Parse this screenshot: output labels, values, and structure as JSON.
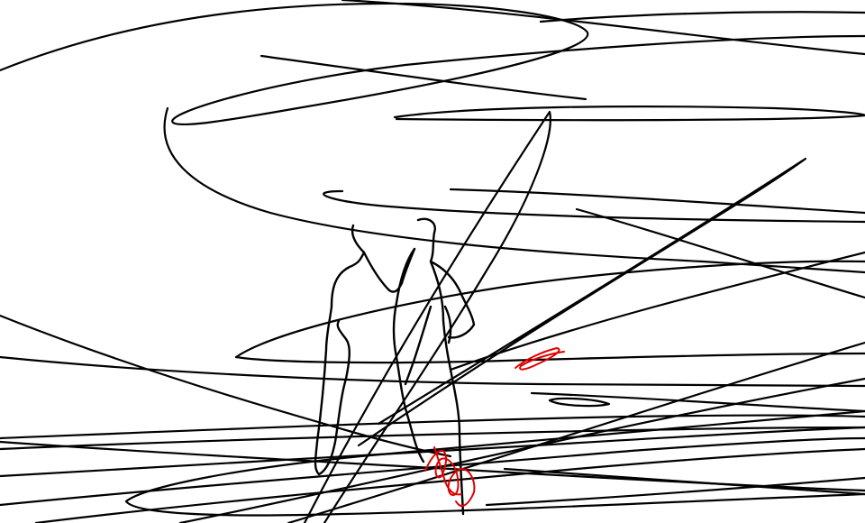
{
  "canvas": {
    "background": "#ffffff"
  },
  "strokes": {
    "ink_color": "#000000",
    "accent_color": "#e00000",
    "groups": [
      {
        "name": "scribble-lines",
        "color_role": "ink"
      },
      {
        "name": "figures",
        "color_role": "ink"
      },
      {
        "name": "red-scribbles",
        "color_role": "accent"
      }
    ]
  }
}
